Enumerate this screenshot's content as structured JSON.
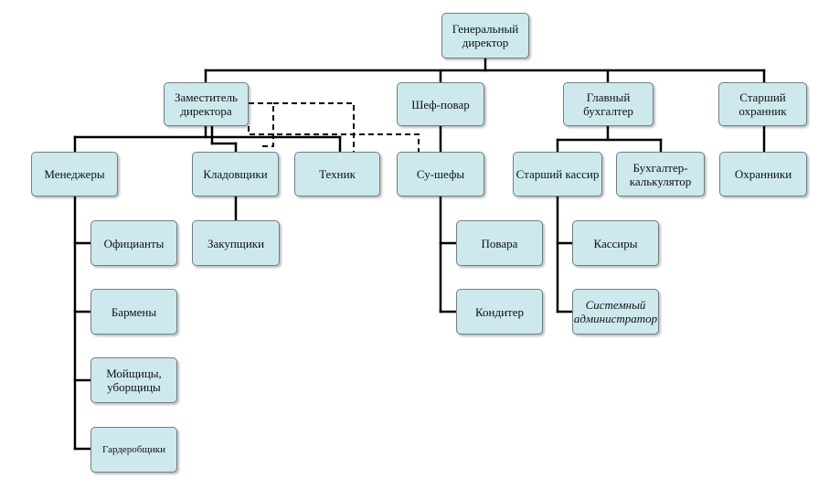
{
  "nodes": {
    "gen_director": "Генеральный\nдиректор",
    "deputy_director": "Заместитель\nдиректора",
    "chef": "Шеф-повар",
    "chief_accountant": "Главный\nбухгалтер",
    "senior_guard": "Старший\nохранник",
    "managers": "Менеджеры",
    "storekeepers": "Кладовщики",
    "technician": "Техник",
    "sous_chefs": "Су-шефы",
    "senior_cashier": "Старший кассир",
    "accountant_calc": "Бухгалтер-\nкалькулятор",
    "guards": "Охранники",
    "waiters": "Официанты",
    "purchasers": "Закупщики",
    "cooks": "Повара",
    "cashiers": "Кассиры",
    "bartenders": "Бармены",
    "confectioner": "Кондитер",
    "sysadmin": "Системный\nадминистратор",
    "cleaners": "Мойщицы,\nуборщицы",
    "cloakroom": "Гардеробщики"
  }
}
